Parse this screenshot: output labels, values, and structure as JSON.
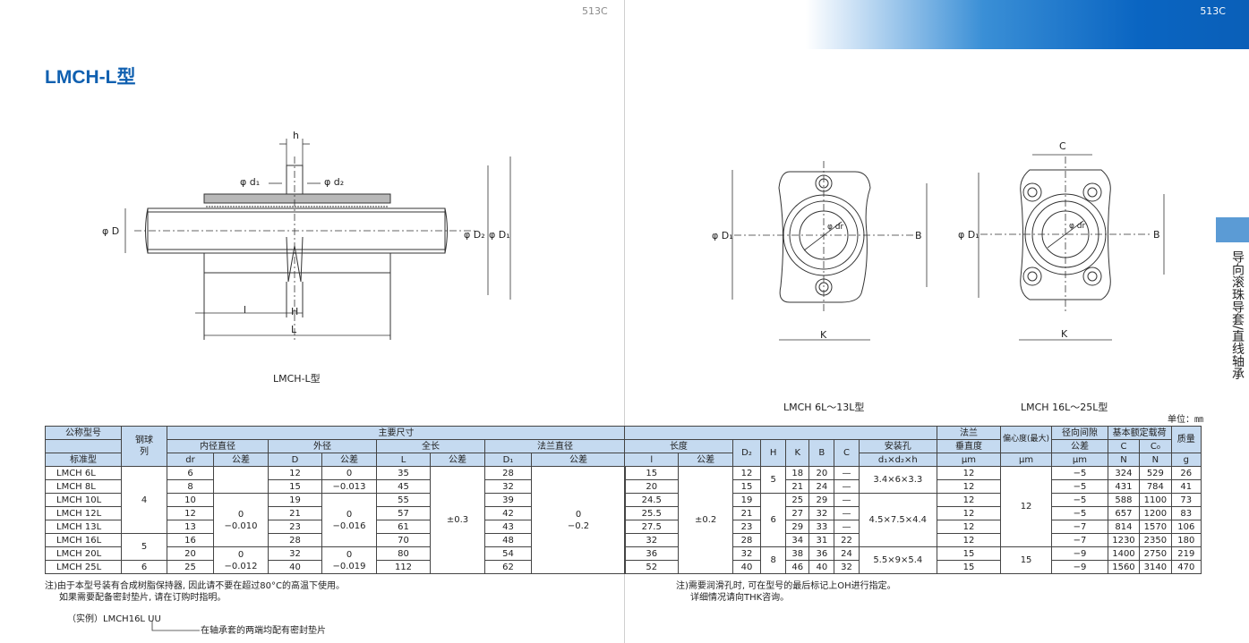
{
  "page_left": {
    "page_number": "513C"
  },
  "page_right": {
    "page_number": "513C"
  },
  "title": "LMCH-L型",
  "side_tab": "导向滚珠导套/直线轴承",
  "unit_note": "单位：㎜",
  "diagrams": {
    "side_view": {
      "caption": "LMCH-L型",
      "labels": {
        "h": "h",
        "d1": "φ d₁",
        "d2": "φ d₂",
        "D": "φ D",
        "D2": "φ D₂",
        "D1": "φ D₁",
        "l": "l",
        "H": "H",
        "L": "L"
      }
    },
    "front_small": {
      "caption": "LMCH 6L～13L型",
      "labels": {
        "D1": "φ D₁",
        "dr": "φ dr",
        "B": "B",
        "K": "K"
      }
    },
    "front_large": {
      "caption": "LMCH 16L～25L型",
      "labels": {
        "C": "C",
        "D1": "φ D₁",
        "dr": "φ dr",
        "B": "B",
        "K": "K"
      }
    }
  },
  "table": {
    "left": {
      "h_model": "公称型号",
      "h_model_std": "标准型",
      "h_balls": "钢球",
      "h_balls2": "列",
      "h_main": "主要尺寸",
      "h_bore": "内径直径",
      "h_outer": "外径",
      "h_length": "全长",
      "h_flange": "法兰直径",
      "h_dr": "dr",
      "h_tol1": "公差",
      "h_D": "D",
      "h_tol2": "公差",
      "h_L": "L",
      "h_tol3": "公差",
      "h_D1": "D₁",
      "h_tol4": "公差",
      "models": [
        "LMCH 6L",
        "LMCH 8L",
        "LMCH 10L",
        "LMCH 12L",
        "LMCH 13L",
        "LMCH 16L",
        "LMCH 20L",
        "LMCH 25L"
      ],
      "balls": [
        "4",
        "5",
        "6"
      ],
      "dr": [
        "6",
        "8",
        "10",
        "12",
        "13",
        "16",
        "20",
        "25"
      ],
      "dr_tol": [
        "0",
        "−0.010",
        "0",
        "−0.012"
      ],
      "D": [
        "12",
        "15",
        "19",
        "21",
        "23",
        "28",
        "32",
        "40"
      ],
      "D_tol": [
        "0",
        "−0.013",
        "0",
        "−0.016",
        "0",
        "−0.019"
      ],
      "L": [
        "35",
        "45",
        "55",
        "57",
        "61",
        "70",
        "80",
        "112"
      ],
      "L_tol": "±0.3",
      "D1": [
        "28",
        "32",
        "39",
        "42",
        "43",
        "48",
        "54",
        "62"
      ],
      "D1_tol": [
        "0",
        "−0.2"
      ]
    },
    "right": {
      "h_length": "长度",
      "h_l": "l",
      "h_ltol": "公差",
      "h_D2": "D₂",
      "h_H": "H",
      "h_K": "K",
      "h_B": "B",
      "h_C": "C",
      "h_holes": "安装孔",
      "h_holes2": "d₁×d₂×h",
      "h_flange_perp": "法兰",
      "h_flange_perp2": "垂直度",
      "h_flange_perp3": "µm",
      "h_ecc": "偏心度(最大)",
      "h_ecc2": "µm",
      "h_radial": "径向间隙",
      "h_radial2": "公差",
      "h_radial3": "µm",
      "h_load": "基本额定载荷",
      "h_C_dyn": "C",
      "h_C_dyn2": "N",
      "h_C0": "C₀",
      "h_C02": "N",
      "h_mass": "质量",
      "h_mass2": "g",
      "l": [
        "15",
        "20",
        "24.5",
        "25.5",
        "27.5",
        "32",
        "36",
        "52"
      ],
      "l_tol": "±0.2",
      "D2": [
        "12",
        "15",
        "19",
        "21",
        "23",
        "28",
        "32",
        "40"
      ],
      "H": [
        "5",
        "6",
        "8"
      ],
      "K": [
        "18",
        "21",
        "25",
        "27",
        "29",
        "34",
        "38",
        "46"
      ],
      "B": [
        "20",
        "24",
        "29",
        "32",
        "33",
        "31",
        "36",
        "40"
      ],
      "C": [
        "—",
        "—",
        "—",
        "—",
        "—",
        "22",
        "24",
        "32"
      ],
      "holes": [
        "3.4×6×3.3",
        "4.5×7.5×4.4",
        "5.5×9×5.4"
      ],
      "perp": [
        "12",
        "12",
        "12",
        "12",
        "12",
        "12",
        "15",
        "15"
      ],
      "ecc": [
        "12",
        "15"
      ],
      "radial": [
        "−5",
        "−5",
        "−5",
        "−5",
        "−7",
        "−7",
        "−9",
        "−9"
      ],
      "C_dyn": [
        "324",
        "431",
        "588",
        "657",
        "814",
        "1230",
        "1400",
        "1560"
      ],
      "C0": [
        "529",
        "784",
        "1100",
        "1200",
        "1570",
        "2350",
        "2750",
        "3140"
      ],
      "mass": [
        "26",
        "41",
        "73",
        "83",
        "106",
        "180",
        "219",
        "470"
      ]
    }
  },
  "notes_left": {
    "line1": "注)由于本型号装有合成树脂保持器, 因此请不要在超过80°C的高温下使用。",
    "line2": "如果需要配备密封垫片, 请在订购时指明。",
    "example": "（实例）LMCH16L UU",
    "example_note": "在轴承套的两端均配有密封垫片"
  },
  "notes_right": {
    "line1": "注)需要润滑孔时, 可在型号的最后标记上OH进行指定。",
    "line2": "详细情况请向THK咨询。"
  }
}
